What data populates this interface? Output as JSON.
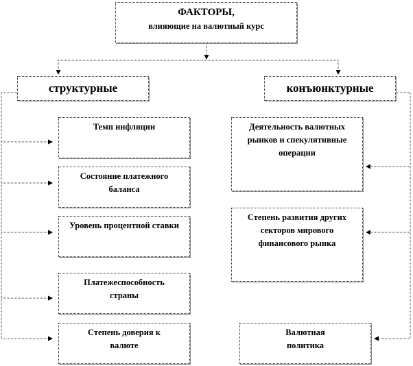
{
  "root": {
    "title": "ФАКТОРЫ,",
    "subtitle": "влияющие на валютный курс"
  },
  "categories": {
    "structural": {
      "label": "структурные",
      "items": [
        "Темп инфляции",
        "Состояние платежного баланса",
        "Уровень процентной ставки",
        "Платежеспособность страны",
        "Степень доверия к валюте"
      ]
    },
    "conjunctural": {
      "label": "конъюнктурные",
      "items": [
        "Деятельность валютных рынков и спекулятивные операции",
        "Степень развития других секторов мирового финансового рынка",
        "Валютная политика"
      ]
    }
  }
}
